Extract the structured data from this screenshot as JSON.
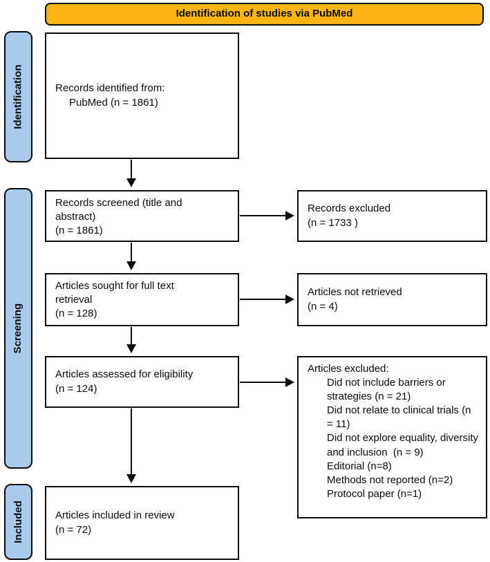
{
  "colors": {
    "banner-bg": "#FBB615",
    "sidebar-bg": "#A9CAEB"
  },
  "banner": {
    "title": "Identification of studies via PubMed"
  },
  "sidebar": {
    "stages": {
      "identification": "Identification",
      "screening": "Screening",
      "included": "Included"
    }
  },
  "flow": {
    "identified": {
      "lines": [
        "Records identified from:",
        "PubMed (n = 1861)"
      ]
    },
    "screened": {
      "lines": [
        "Records screened (title and",
        "abstract)",
        "(n = 1861)"
      ]
    },
    "records_excluded": {
      "lines": [
        "Records excluded",
        "(n = 1733 )"
      ]
    },
    "sought": {
      "lines": [
        "Articles sought for full text",
        "retrieval",
        "(n = 128)"
      ]
    },
    "not_retrieved": {
      "lines": [
        "Articles not retrieved",
        "(n = 4)"
      ]
    },
    "assessed": {
      "lines": [
        "Articles assessed for eligibility",
        "(n = 124)"
      ]
    },
    "articles_excluded": {
      "title": "Articles excluded:",
      "reasons": [
        "Did not include barriers or strategies (n = 21)",
        "Did not relate to clinical trials (n = 11)",
        "Did not explore equality, diversity and inclusion  (n = 9)",
        "Editorial (n=8)",
        "Methods not reported (n=2)",
        "Protocol paper (n=1)"
      ]
    },
    "included": {
      "lines": [
        "Articles included in review",
        "(n = 72)"
      ]
    }
  }
}
